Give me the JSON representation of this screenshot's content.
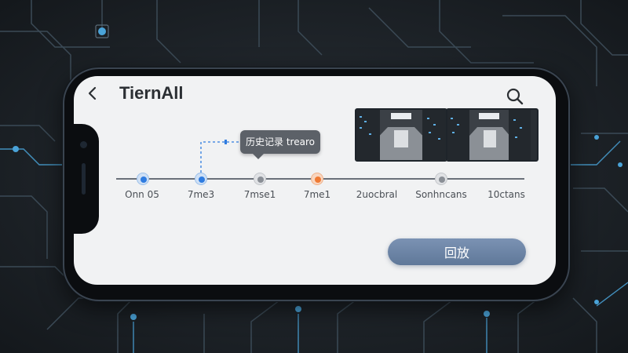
{
  "header": {
    "title": "TiernAll",
    "back_icon": "chevron-left-icon",
    "search_icon": "search-icon"
  },
  "tooltip": {
    "text": "历史记录 trearo"
  },
  "timeline": {
    "points": [
      {
        "label": "Onn 05",
        "state": "blue"
      },
      {
        "label": "7me3",
        "state": "blue"
      },
      {
        "label": "7mse1",
        "state": "gray"
      },
      {
        "label": "7me1",
        "state": "orange"
      },
      {
        "label": "2uocbral",
        "state": "none"
      },
      {
        "label": "Sonhncans",
        "state": "gray"
      },
      {
        "label": "10ctans",
        "state": "none"
      }
    ]
  },
  "thumbnails": [
    {
      "name": "server-room-thumbnail-1"
    },
    {
      "name": "server-room-thumbnail-2"
    }
  ],
  "actions": {
    "play_label": "回放"
  },
  "colors": {
    "accent_blue": "#2f7ce0",
    "accent_orange": "#ef7a34",
    "button": "#6d85a6",
    "circuit_glow": "#4aa3d8"
  }
}
